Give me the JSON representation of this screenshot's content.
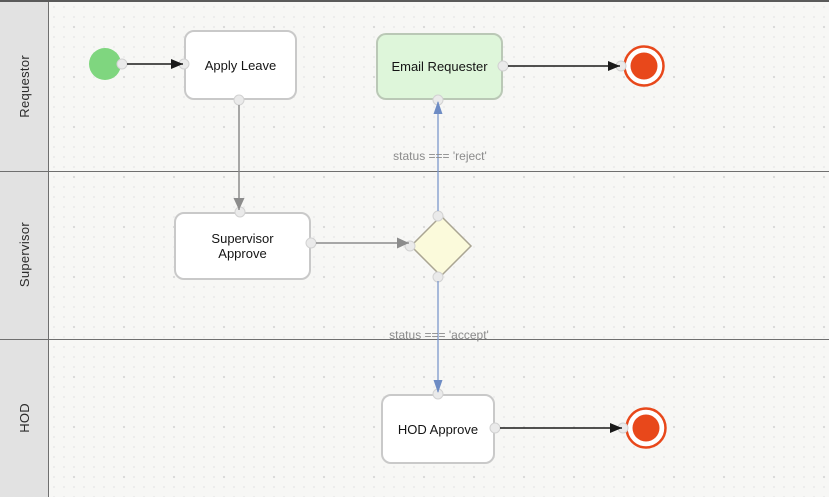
{
  "diagram": {
    "type": "bpmn-workflow",
    "lanes": [
      {
        "label": "Requestor"
      },
      {
        "label": "Supervisor"
      },
      {
        "label": "HOD"
      }
    ],
    "nodes": {
      "start_event": {
        "type": "start-event",
        "lane": "Requestor"
      },
      "apply_leave": {
        "type": "task",
        "lane": "Requestor",
        "label": "Apply Leave"
      },
      "email_requester": {
        "type": "task",
        "lane": "Requestor",
        "label": "Email Requester"
      },
      "end_event_top": {
        "type": "end-event",
        "lane": "Requestor"
      },
      "supervisor_approve": {
        "type": "task",
        "lane": "Supervisor",
        "label": "Supervisor Approve"
      },
      "gateway": {
        "type": "exclusive-gateway",
        "lane": "Supervisor"
      },
      "hod_approve": {
        "type": "task",
        "lane": "HOD",
        "label": "HOD Approve"
      },
      "end_event_bottom": {
        "type": "end-event",
        "lane": "HOD"
      }
    },
    "flows": [
      {
        "from": "start_event",
        "to": "apply_leave",
        "label": ""
      },
      {
        "from": "apply_leave",
        "to": "supervisor_approve",
        "label": ""
      },
      {
        "from": "supervisor_approve",
        "to": "gateway",
        "label": ""
      },
      {
        "from": "gateway",
        "to": "email_requester",
        "label": "status === 'reject'"
      },
      {
        "from": "email_requester",
        "to": "end_event_top",
        "label": ""
      },
      {
        "from": "gateway",
        "to": "hod_approve",
        "label": "status === 'accept'"
      },
      {
        "from": "hod_approve",
        "to": "end_event_bottom",
        "label": ""
      }
    ],
    "colors": {
      "start_event_fill": "#7fd67f",
      "end_event_color": "#e8481b",
      "email_task_fill": "#def6da",
      "gateway_fill": "#fbfadb",
      "conditional_flow_color": "#7c98cc",
      "lane_header_bg": "#e2e2e2"
    }
  }
}
